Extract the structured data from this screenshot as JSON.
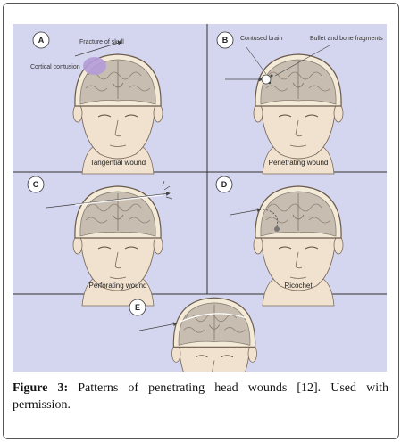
{
  "figure": {
    "panels": [
      {
        "letter": "A",
        "title": "Tangential wound",
        "labels": [
          "Fracture of skull",
          "Cortical contusion"
        ]
      },
      {
        "letter": "B",
        "title": "Penetrating wound",
        "labels": [
          "Contused brain",
          "Bullet and bone fragments"
        ]
      },
      {
        "letter": "C",
        "title": "Perforating wound",
        "labels": []
      },
      {
        "letter": "D",
        "title": "Ricochet",
        "labels": []
      },
      {
        "letter": "E",
        "title": "",
        "labels": []
      }
    ]
  },
  "caption": {
    "label": "Figure 3:",
    "text": " Patterns of penetrating head wounds [12]. Used with permission."
  },
  "colors": {
    "panel_bg": "#d4d6ef",
    "skin": "#f1e2cf",
    "brain": "#c7bdb0",
    "contusion": "#b49bd8"
  }
}
